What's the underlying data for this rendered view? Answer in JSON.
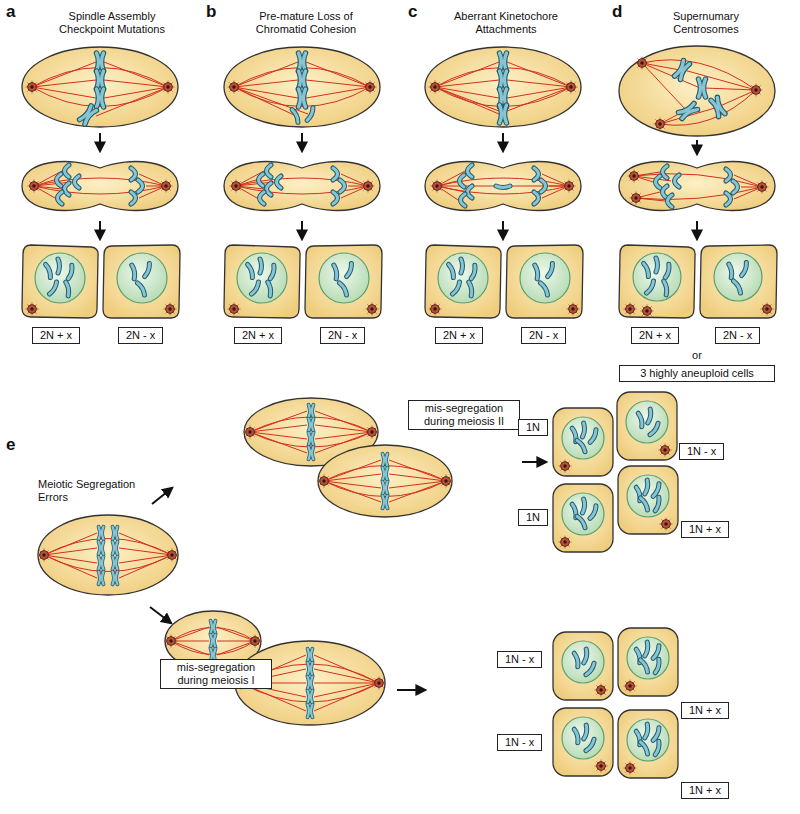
{
  "diagram": {
    "nodes": [
      {
        "text": [
          "2N + x"
        ]
      },
      {
        "text": [
          "2N - x"
        ]
      },
      {
        "text": [
          "2N + x"
        ]
      },
      {
        "text": [
          "2N - x"
        ]
      },
      {
        "text": [
          "2N + x"
        ]
      },
      {
        "text": [
          "2N - x"
        ]
      },
      {
        "text": [
          "2N + x"
        ]
      },
      {
        "text": [
          "2N - x"
        ]
      },
      {
        "text": [
          "3 highly aneuploid cells"
        ]
      },
      {
        "text": [
          "mis-segregation during meiosis II"
        ]
      },
      {
        "text": [
          "1N"
        ]
      },
      {
        "text": [
          "1N - x"
        ]
      },
      {
        "text": [
          "1N"
        ]
      },
      {
        "text": [
          "1N + x"
        ]
      },
      {
        "text": [
          "mis-segregation during meiosis I"
        ]
      },
      {
        "text": [
          "1N - x"
        ]
      },
      {
        "text": [
          "1N + x"
        ]
      },
      {
        "text": [
          "1N - x"
        ]
      },
      {
        "text": [
          "1N + x"
        ]
      }
    ],
    "labels": [
      "a",
      "Spindle Assembly Checkpoint Mutations",
      "b",
      "Pre-mature Loss of Chromatid Cohesion",
      "c",
      "Aberrant Kinetochore Attachments",
      "d",
      "Supernumary Centrosomes",
      "or",
      "e",
      "Meiotic Segregation Errors"
    ]
  }
}
